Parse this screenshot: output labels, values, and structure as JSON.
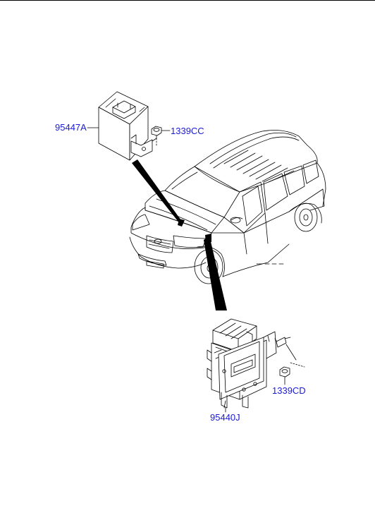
{
  "diagram": {
    "parts": [
      {
        "code": "95447A",
        "depicts": "control-module-box"
      },
      {
        "code": "1339CC",
        "depicts": "flange-nut"
      },
      {
        "code": "95440J",
        "depicts": "ecu-with-bracket"
      },
      {
        "code": "1339CD",
        "depicts": "flange-nut"
      }
    ],
    "colors": {
      "label": "#1a1ad6",
      "line": "#000000",
      "background": "#ffffff"
    }
  }
}
